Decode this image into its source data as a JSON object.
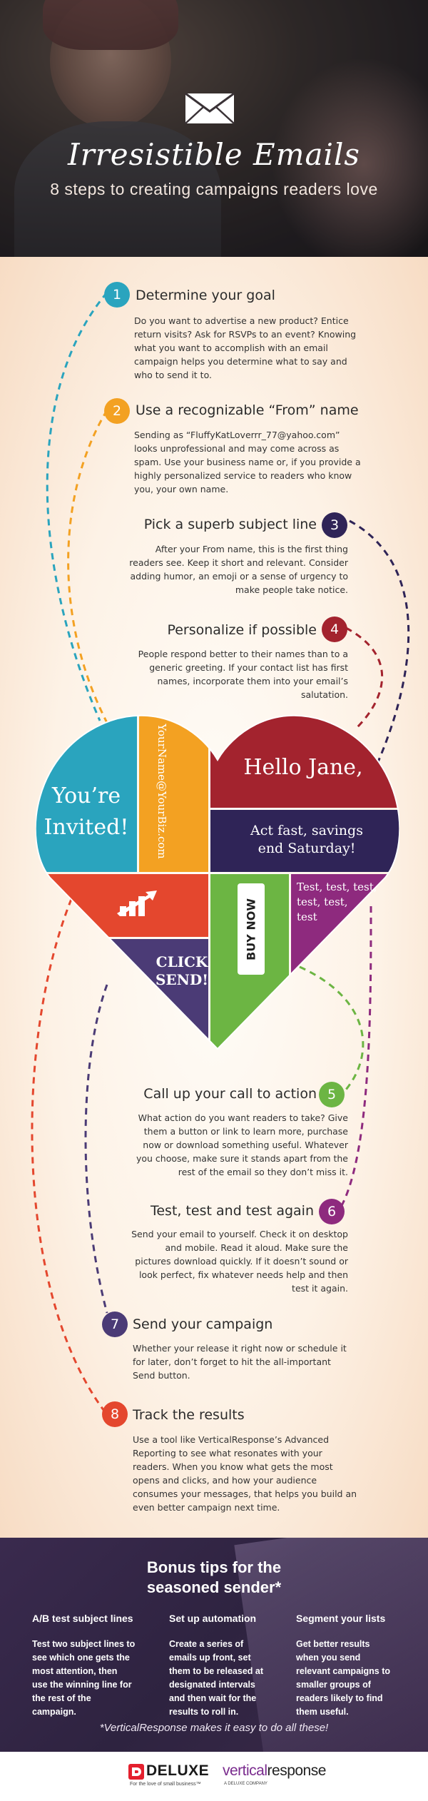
{
  "header": {
    "title": "Irresistible Emails",
    "subtitle": "8 steps to creating campaigns readers love"
  },
  "colors": {
    "teal": "#2aa4be",
    "orange": "#f3a122",
    "navy": "#2f2457",
    "crimson": "#a3232e",
    "green": "#6cb543",
    "purple": "#8e2a7e",
    "indigo": "#4b3b76",
    "red": "#e4472e"
  },
  "steps": [
    {
      "num": "1",
      "title": "Determine your goal",
      "lines": [
        "Do you want to advertise a new product? Entice",
        "return visits? Ask for RSVPs to an event? Knowing",
        "what you want to accomplish with an email",
        "campaign helps you determine what to say and",
        "who to send it to."
      ]
    },
    {
      "num": "2",
      "title": "Use a recognizable “From” name",
      "lines": [
        "Sending as “FluffyKatLoverrr_77@yahoo.com”",
        "looks unprofessional and may come across as",
        "spam. Use your business name or, if you provide a",
        "highly personalized service to readers who know",
        "you, your own name."
      ]
    },
    {
      "num": "3",
      "title": "Pick a superb subject line",
      "lines": [
        "After your From name, this is the first thing",
        "readers see. Keep it short and relevant. Consider",
        "adding humor, an emoji or a sense of urgency to",
        "make people take notice."
      ]
    },
    {
      "num": "4",
      "title": "Personalize if possible",
      "lines": [
        "People respond better to their names than to a",
        "generic greeting. If your contact list has first",
        "names, incorporate them into your email’s",
        "salutation."
      ]
    },
    {
      "num": "5",
      "title": "Call up your call to action",
      "lines": [
        "What action do you want readers to take? Give",
        "them a button or link to learn more, purchase",
        "now or download something useful. Whatever",
        "you choose, make sure it stands apart from the",
        "rest of the email so they don’t miss it."
      ]
    },
    {
      "num": "6",
      "title": "Test, test and test again",
      "lines": [
        "Send your email to yourself. Check it on desktop",
        "and mobile. Read it aloud. Make sure the",
        "pictures download quickly. If it doesn’t sound or",
        "look perfect, fix whatever needs help and then",
        "test it again."
      ]
    },
    {
      "num": "7",
      "title": "Send your campaign",
      "lines": [
        "Whether your release it right now or schedule it",
        "for later, don’t forget to hit the all-important",
        "Send button."
      ]
    },
    {
      "num": "8",
      "title": "Track the results",
      "lines": [
        "Use a tool like VerticalResponse’s Advanced",
        "Reporting to see what resonates with your",
        "readers. When you know what gets the most",
        "opens and clicks, and how your audience",
        "consumes your messages, that helps you build an",
        "even better campaign next time."
      ]
    }
  ],
  "heart": {
    "invited": [
      "You’re",
      "Invited!"
    ],
    "from_email": "YourName@YourBiz.com",
    "hello": "Hello Jane,",
    "act": [
      "Act fast, savings",
      "end Saturday!"
    ],
    "test_text": [
      "Test, test, test,",
      "test, test,",
      "test"
    ],
    "buy_now": "BUY NOW",
    "click_send": [
      "CLICK",
      "SEND!"
    ]
  },
  "bonus": {
    "title": [
      "Bonus tips for the",
      "seasoned sender*"
    ],
    "columns": [
      {
        "heading": "A/B test subject lines",
        "lines": [
          "Test two subject lines to",
          "see which one gets the",
          "most attention, then",
          "use the winning line for",
          "the rest of the",
          "campaign."
        ]
      },
      {
        "heading": "Set up automation",
        "lines": [
          "Create a series of",
          "emails up front, set",
          "them to be released at",
          "designated intervals",
          "and then wait for the",
          "results to roll in."
        ]
      },
      {
        "heading": "Segment your lists",
        "lines": [
          "Get better results",
          "when you send",
          "relevant campaigns to",
          "smaller groups of",
          "readers likely to find",
          "them useful."
        ]
      }
    ],
    "footnote": "*VerticalResponse makes it easy to do all these!"
  },
  "footer": {
    "deluxe": "DELUXE",
    "deluxe_tagline": "For the love of small business™",
    "vr_part1": "vertical",
    "vr_part2": "response",
    "vr_tagline": "A DELUXE COMPANY"
  }
}
